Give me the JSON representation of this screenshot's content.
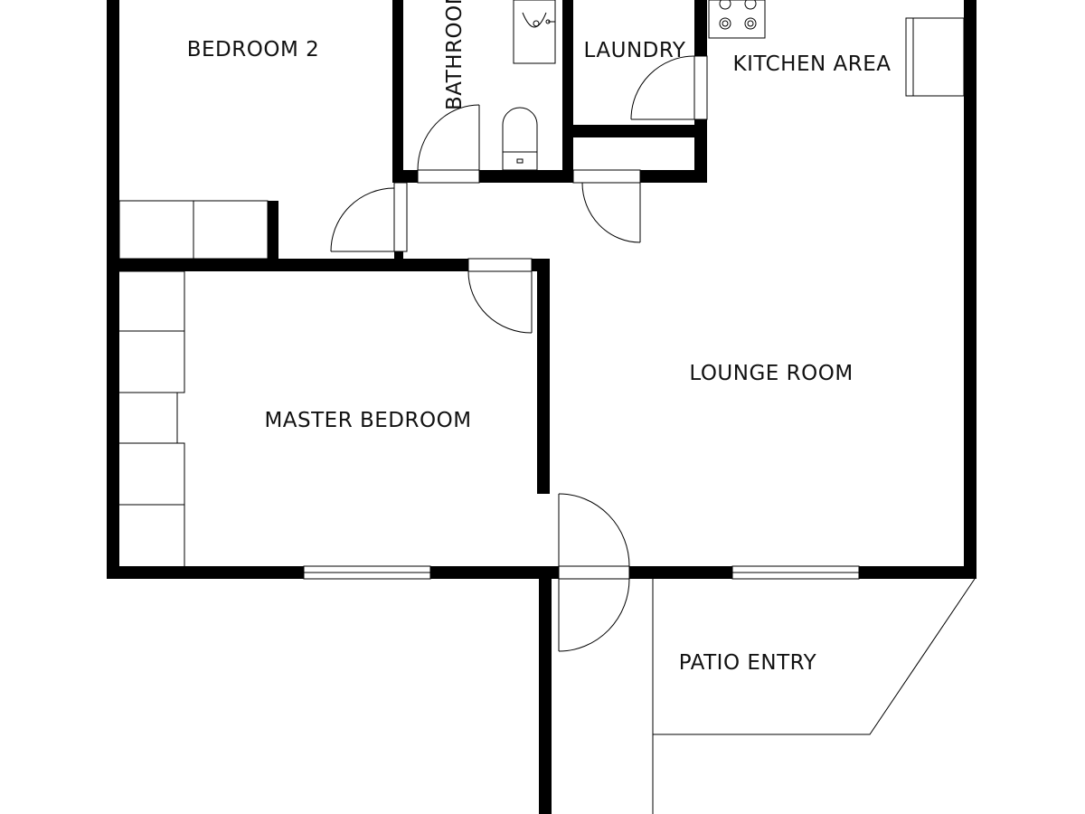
{
  "rooms": {
    "bedroom_2": "BEDROOM 2",
    "bathroom": "BATHROOM",
    "laundry": "LAUNDRY",
    "kitchen": "KITCHEN AREA",
    "lounge": "LOUNGE ROOM",
    "master_bedroom": "MASTER BEDROOM",
    "patio": "PATIO ENTRY"
  },
  "colors": {
    "wall": "#000000",
    "background": "#ffffff"
  }
}
